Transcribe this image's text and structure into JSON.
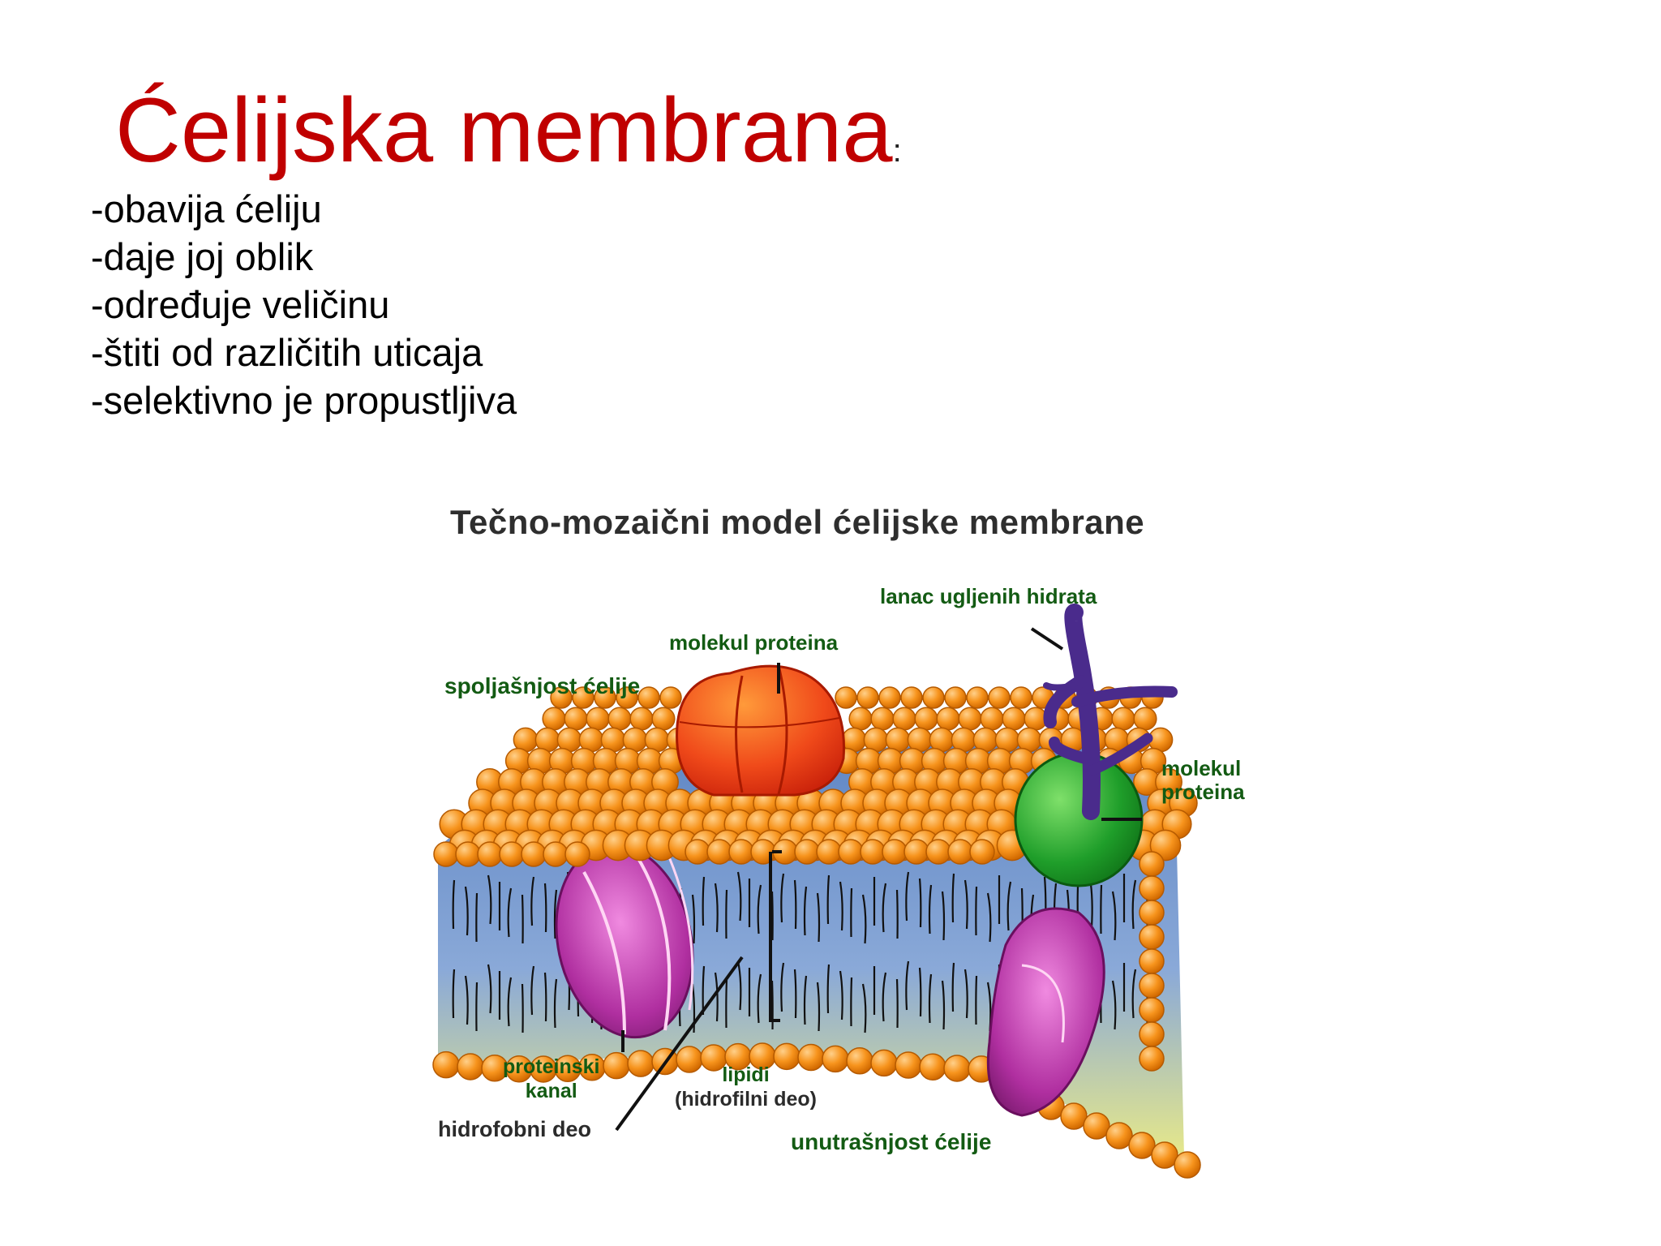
{
  "slide": {
    "title": "Ćelijska membrana",
    "title_suffix": ":",
    "title_color": "#c00000",
    "bullets": [
      "-obavija ćeliju",
      "-daje joj oblik",
      "-određuje veličinu",
      "-štiti od različitih uticaja",
      "-selektivno je propustljiva"
    ]
  },
  "figure": {
    "title": "Tečno-mozaični model ćelijske membrane",
    "labels": {
      "outside": "spoljašnjost ćelije",
      "inside": "unutrašnjost ćelije",
      "protein_top": "molekul proteina",
      "carbohydrate_chain": "lanac ugljenih hidrata",
      "protein_right_line1": "molekul",
      "protein_right_line2": "proteina",
      "channel_line1": "proteinski",
      "channel_line2": "kanal",
      "lipids_line1": "lipidi",
      "lipids_line2": "(hidrofilni deo)",
      "hydrophobic": "hidrofobni deo"
    },
    "colors": {
      "lipid_head": "#f7941d",
      "membrane_core": "#6d93c8",
      "protein_orange": "#f04a1a",
      "protein_green": "#1f9e2a",
      "channel_purple": "#b02fa0",
      "carbohydrate": "#4a2b8c",
      "label_green": "#135b13"
    }
  }
}
